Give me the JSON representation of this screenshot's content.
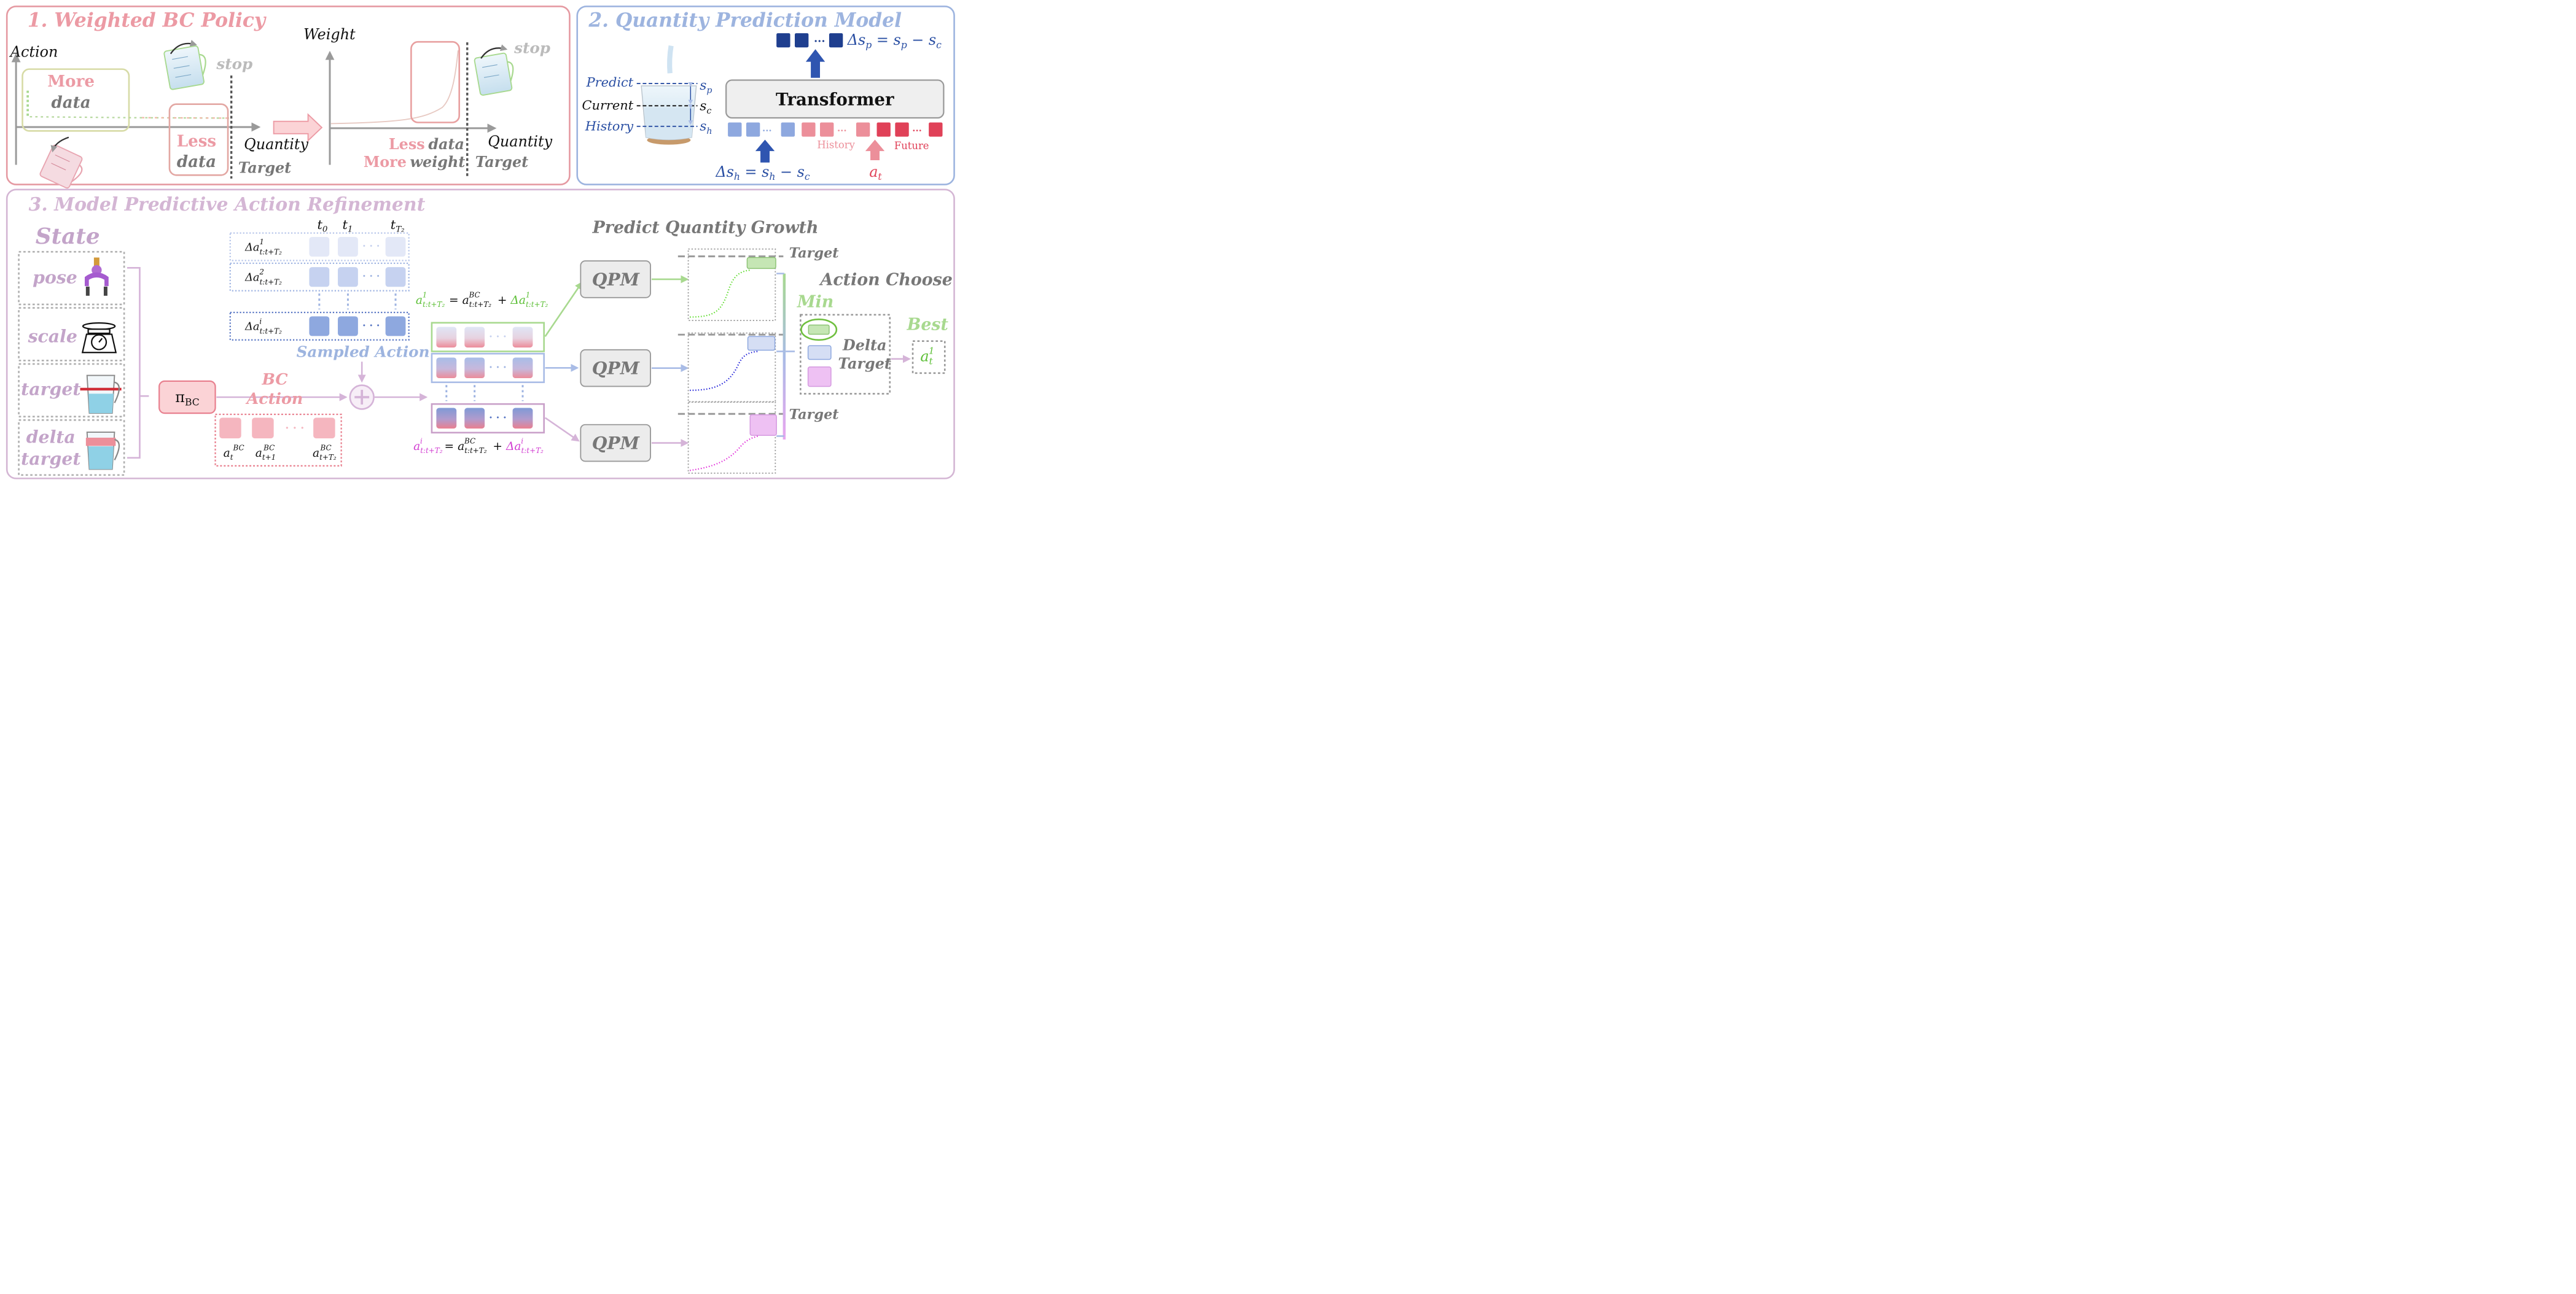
{
  "panel1": {
    "title": "1. Weighted BC Policy",
    "left_plot": {
      "y_label": "Action",
      "x_label": "Quantity",
      "more_data": [
        "More",
        "data"
      ],
      "less_data": [
        "Less",
        "data"
      ],
      "stop": "stop",
      "target": "Target"
    },
    "right_plot": {
      "y_label": "Weight",
      "x_label": "Quantity",
      "less_data": [
        "Less",
        "data"
      ],
      "more_weight": [
        "More",
        "weight"
      ],
      "stop": "stop",
      "target": "Target"
    }
  },
  "panel2": {
    "title": "2. Quantity Prediction Model",
    "levels": [
      "Predict",
      "Current",
      "History"
    ],
    "level_symbols": [
      "s_p",
      "s_c",
      "s_h"
    ],
    "transformer": "Transformer",
    "output_formula": "Δs_p = s_p − s_c",
    "input_formula": "Δs_h = s_h − s_c",
    "action_symbol": "a_t",
    "history_label": "History",
    "future_label": "Future"
  },
  "panel3": {
    "title": "3. Model Predictive Action Refinement",
    "state": {
      "title": "State",
      "items": [
        "pose",
        "scale",
        "target",
        "delta target"
      ]
    },
    "policy": "π_BC",
    "bc_action": [
      "BC",
      "Action"
    ],
    "bc_tokens": [
      "a_t^BC",
      "a_{t+1}^BC",
      "a_{t+T2}^BC"
    ],
    "time_headers": [
      "t_0",
      "t_1",
      "t_T2"
    ],
    "delta_rows": [
      "Δa^1_{t:t+T2}",
      "Δa^2_{t:t+T2}",
      "Δa^i_{t:t+T2}"
    ],
    "sampled_action": "Sampled Action",
    "formula_top": "a^1_{t:t+T2} = a^BC_{t:t+T2} + Δa^1_{t:t+T2}",
    "formula_bottom": "a^i_{t:t+T2} = a^BC_{t:t+T2} + Δa^i_{t:t+T2}",
    "qpm": "QPM",
    "predict_growth": "Predict Quantity Growth",
    "target_label": "Target",
    "action_choose": "Action Choose",
    "min_label": "Min",
    "delta_target": [
      "Delta",
      "Target"
    ],
    "best": "Best",
    "best_action": "a_t^1"
  },
  "colors": {
    "panel1": "#e59aa2",
    "panel2": "#9db4df",
    "panel3": "#d4b6d4",
    "pink": "#e8808f",
    "blue": "#2a4fa3",
    "green": "#9fd58a",
    "purple": "#b28bb9",
    "gray": "#8a8a8a"
  }
}
